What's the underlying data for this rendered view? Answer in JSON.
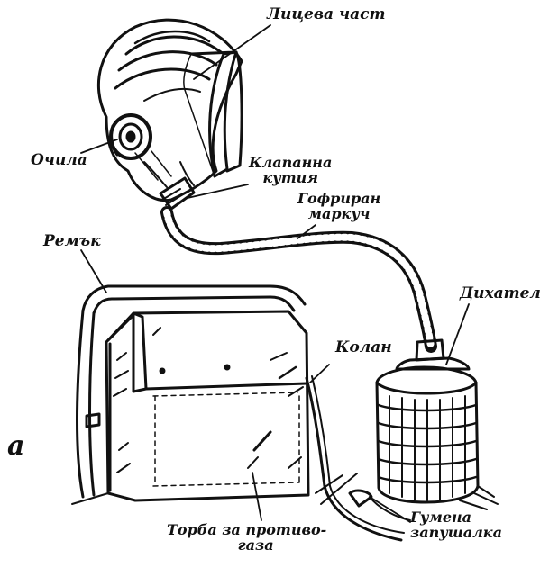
{
  "figure_letter": "а",
  "labels": {
    "face_part": "Лицева част",
    "goggles": "Очила",
    "valve_box_1": "Клапанна",
    "valve_box_2": "кутия",
    "hose_1": "Гофриран",
    "hose_2": "маркуч",
    "strap": "Ремък",
    "filter": "Дихател",
    "belt": "Колан",
    "bag_1": "Торба за противо-",
    "bag_2": "газа",
    "plug_1": "Гумена",
    "plug_2": "запушалка"
  },
  "icons": {
    "mask": "gas-mask-face-piece-icon",
    "hose": "corrugated-hose-icon",
    "canister": "filter-canister-icon",
    "bag": "carrying-bag-icon",
    "stopper": "rubber-stopper-icon"
  },
  "colors": {
    "ink": "#111111",
    "paper": "#ffffff"
  }
}
